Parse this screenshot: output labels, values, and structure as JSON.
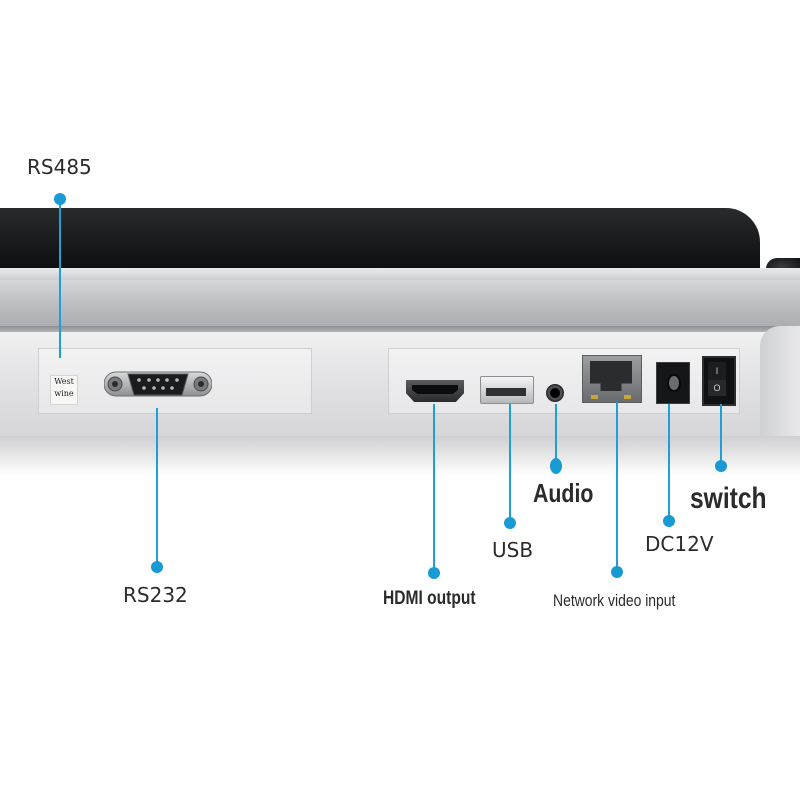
{
  "image": {
    "subject": "device rear connector panel with labeled ports",
    "accent_color": "#1a9ad3",
    "callouts": [
      {
        "id": "rs485",
        "label": "RS485"
      },
      {
        "id": "rs232",
        "label": "RS232"
      },
      {
        "id": "hdmi",
        "label": "HDMI output"
      },
      {
        "id": "usb",
        "label": "USB"
      },
      {
        "id": "audio",
        "label": "Audio"
      },
      {
        "id": "network",
        "label": "Network video input"
      },
      {
        "id": "dc12v",
        "label": "DC12V"
      },
      {
        "id": "switch",
        "label": "switch"
      }
    ],
    "sticker": {
      "line1": "West",
      "line2": "wine"
    },
    "rocker": {
      "on_symbol": "I",
      "off_symbol": "O"
    }
  }
}
